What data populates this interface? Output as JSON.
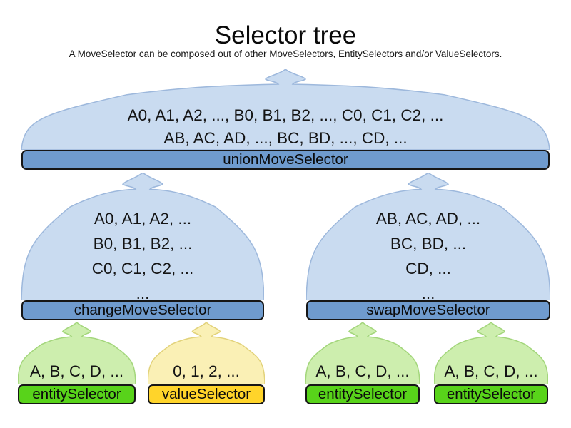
{
  "diagram": {
    "title": "Selector tree",
    "subtitle": "A MoveSelector can be composed out of other MoveSelectors, EntitySelectors and/or ValueSelectors."
  },
  "colors": {
    "blue_fill": "#c9dbf0",
    "blue_stroke": "#9db8dc",
    "blue_bar": "#6f9bce",
    "green_fill": "#cdeeae",
    "green_stroke": "#a3d67b",
    "green_bar": "#58d31a",
    "yellow_fill": "#faf0b5",
    "yellow_stroke": "#e2d27a",
    "yellow_bar": "#ffd42a",
    "bar_border": "#161616"
  },
  "nodes": {
    "union": {
      "label": "unionMoveSelector",
      "lines": [
        "A0, A1, A2, ..., B0, B1, B2, ..., C0, C1, C2, ...",
        "AB, AC, AD, ..., BC, BD, ..., CD, ..."
      ]
    },
    "change": {
      "label": "changeMoveSelector",
      "lines": [
        "A0, A1, A2, ...",
        "B0, B1, B2, ...",
        "C0, C1, C2, ...",
        "..."
      ]
    },
    "swap": {
      "label": "swapMoveSelector",
      "lines": [
        "AB, AC, AD, ...",
        "BC, BD, ...",
        "CD, ...",
        "..."
      ]
    },
    "entity1": {
      "label": "entitySelector",
      "lines": [
        "A, B, C, D, ..."
      ]
    },
    "value1": {
      "label": "valueSelector",
      "lines": [
        "0, 1, 2, ..."
      ]
    },
    "entity2": {
      "label": "entitySelector",
      "lines": [
        "A, B, C, D, ..."
      ]
    },
    "entity3": {
      "label": "entitySelector",
      "lines": [
        "A, B, C, D, ..."
      ]
    }
  }
}
